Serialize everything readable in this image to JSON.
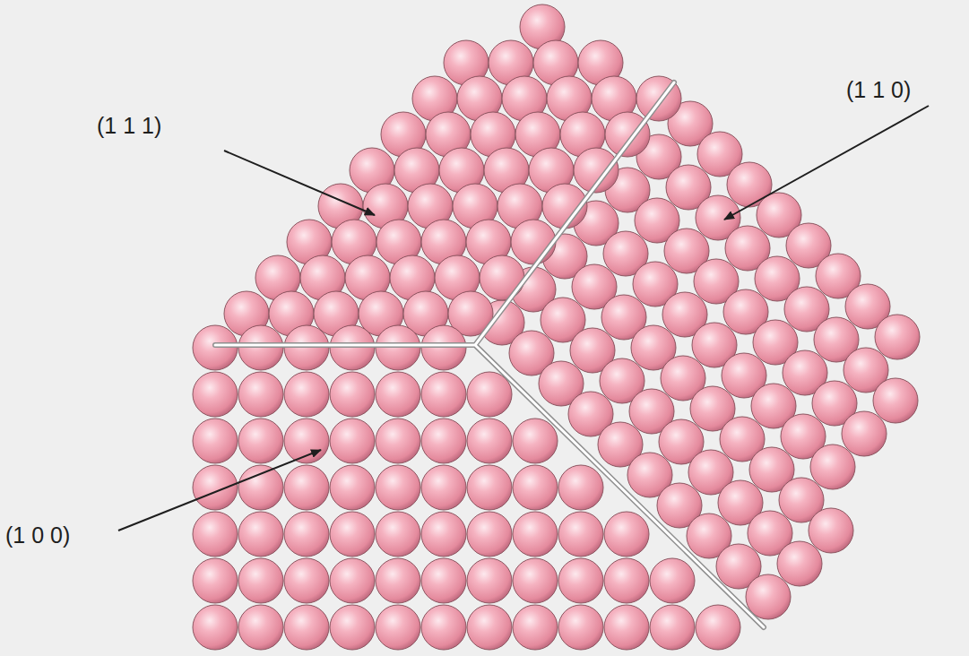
{
  "diagram": {
    "labels": [
      "(1 1 1)",
      "(1 1 0)",
      "(1 0 0)"
    ]
  }
}
